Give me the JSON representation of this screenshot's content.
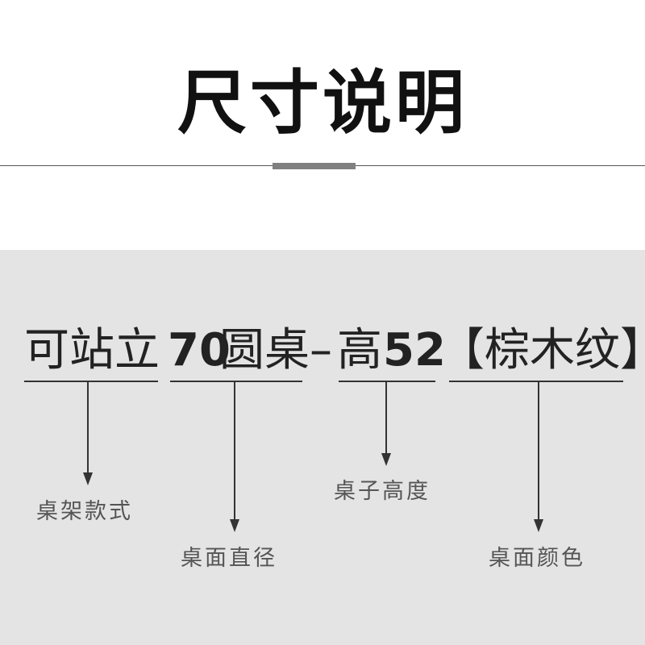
{
  "title": "尺寸说明",
  "product_name": {
    "style": "可站立",
    "diameter_number": "70",
    "diameter_word": "圆桌",
    "dash": "–",
    "height_word": "高",
    "height_number": "52",
    "color": "【棕木纹】"
  },
  "annotations": {
    "style_label": "桌架款式",
    "diameter_label": "桌面直径",
    "height_label": "桌子高度",
    "color_label": "桌面颜色"
  }
}
